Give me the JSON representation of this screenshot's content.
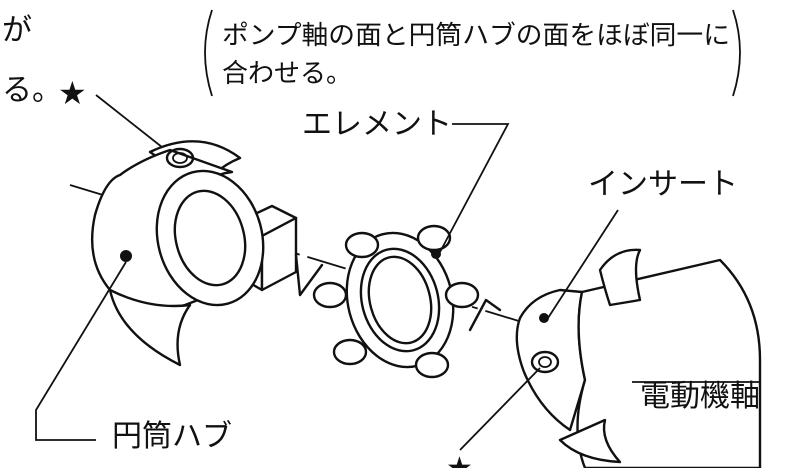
{
  "labels": {
    "corner_top": "が",
    "corner_bottom": "る。",
    "star": "★",
    "note_line1": "ポンプ軸の面と円筒ハブの面をほぼ同一に",
    "note_line2": "合わせる。",
    "element": "エレメント",
    "insert": "インサート",
    "motor_shaft": "電動機軸",
    "cylinder_hub": "円筒ハブ"
  },
  "colors": {
    "ink": "#111111",
    "paper": "#ffffff"
  }
}
